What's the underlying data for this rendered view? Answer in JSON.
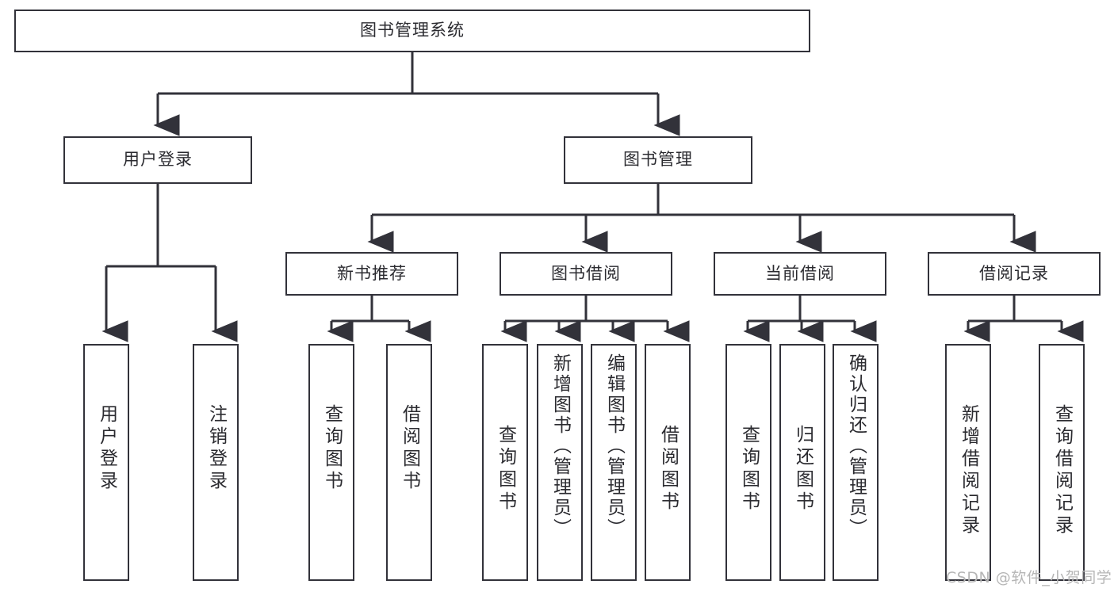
{
  "diagram": {
    "title": "图书管理系统",
    "type": "tree-hierarchy-diagram",
    "root": {
      "label": "图书管理系统"
    },
    "level2": [
      {
        "label": "用户登录"
      },
      {
        "label": "图书管理"
      }
    ],
    "level3": [
      {
        "label": "新书推荐"
      },
      {
        "label": "图书借阅"
      },
      {
        "label": "当前借阅"
      },
      {
        "label": "借阅记录"
      }
    ],
    "leaves": {
      "user_login": [
        {
          "label": "用户登录"
        },
        {
          "label": "注销登录"
        }
      ],
      "new_book_recommend": [
        {
          "label": "查询图书"
        },
        {
          "label": "借阅图书"
        }
      ],
      "book_borrow": [
        {
          "label": "查询图书"
        },
        {
          "label": "新增图书（管理员）"
        },
        {
          "label": "编辑图书（管理员）"
        },
        {
          "label": "借阅图书"
        }
      ],
      "current_borrow": [
        {
          "label": "查询图书"
        },
        {
          "label": "归还图书"
        },
        {
          "label": "确认归还（管理员）"
        }
      ],
      "borrow_record": [
        {
          "label": "新增借阅记录"
        },
        {
          "label": "查询借阅记录"
        }
      ]
    }
  },
  "watermark": {
    "text": "CSDN @软件_小贺同学"
  },
  "colors": {
    "border": "#32323a",
    "text": "#2b2b30",
    "background": "#ffffff",
    "watermark": "#b6b6b6"
  }
}
